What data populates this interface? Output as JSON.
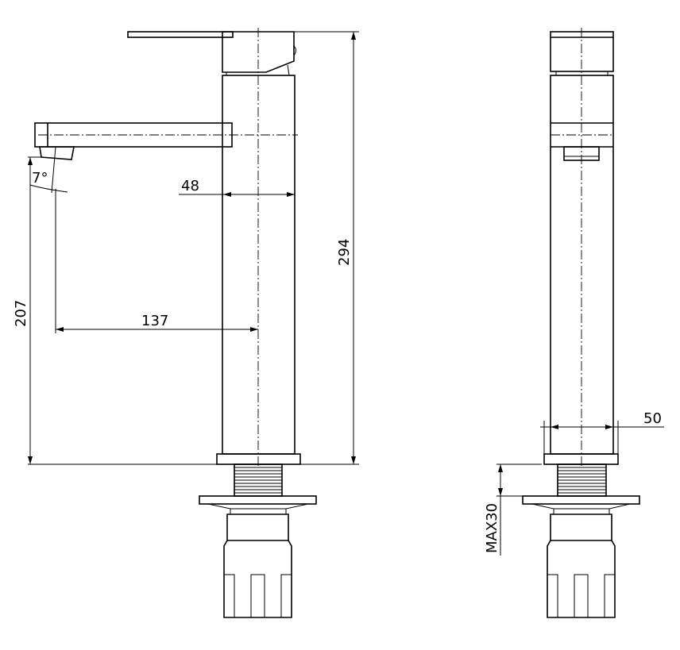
{
  "drawing": {
    "views": [
      "front-view",
      "side-view"
    ],
    "dimensions": {
      "total_height": "294",
      "spout_height": "207",
      "spout_reach": "137",
      "body_width_front": "48",
      "body_width_side": "50",
      "spout_angle": "7°",
      "max_deck_thickness": "MAX30"
    },
    "colors": {
      "line": "#000000",
      "background": "#ffffff"
    }
  }
}
